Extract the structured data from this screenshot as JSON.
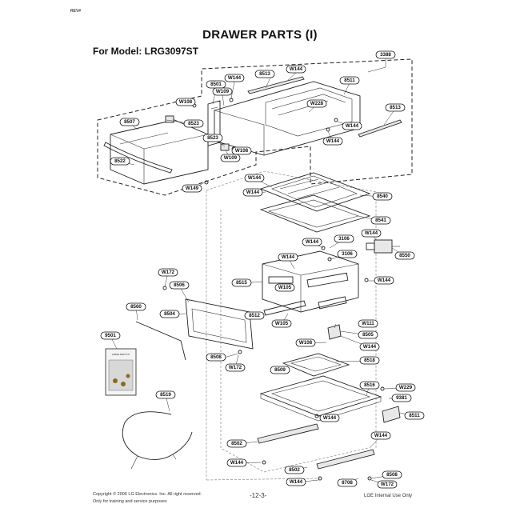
{
  "header": {
    "rev": "REV#",
    "title": "DRAWER PARTS (I)",
    "model_line": "For Model: LRG3097ST"
  },
  "footer": {
    "copyright": "Copyright © 2006 LG Electronics. Inc. All right reserved.",
    "training": "Only for training and service purposes",
    "page": "-12-3-",
    "internal": "LGE Internal Use Only"
  },
  "labels": {
    "l3388": "3388",
    "l8513a": "8513",
    "w144a": "W144",
    "l8501": "8501",
    "w109a": "W109",
    "w108a": "W108",
    "l8511a": "8511",
    "w228": "W228",
    "l8513b": "8513",
    "l8507": "8507",
    "l8523a": "8523",
    "l8523b": "8523",
    "w144b": "W144",
    "w144c": "W144",
    "w108b": "W108",
    "w109b": "W109",
    "l8522": "8522",
    "w149": "W149",
    "w144d": "W144",
    "w144e": "W144",
    "l8540": "8540",
    "l8541": "8541",
    "w144f": "W144",
    "l3106a": "3106",
    "w144g": "W144",
    "l8550": "8550",
    "w144h": "W144",
    "l3106b": "3106",
    "w172a": "W172",
    "l8515": "8515",
    "w105a": "W105",
    "w144i": "W144",
    "l8506a": "8506",
    "l8560": "8560",
    "l8504": "8504",
    "l8512": "8512",
    "w105b": "W105",
    "w111": "W111",
    "l8505": "8505",
    "l9501": "9501",
    "w108c": "W108",
    "w144j": "W144",
    "l8518": "8518",
    "l8508a": "8508",
    "w172b": "W172",
    "l8509": "8509",
    "l8516": "8516",
    "w229": "W229",
    "l8519": "8519",
    "l9381": "9381",
    "w144k": "W144",
    "l8511b": "8511",
    "w144l": "W144",
    "l8502a": "8502",
    "w144m": "W144",
    "l8502b": "8502",
    "l8508b": "8508",
    "w144n": "W144",
    "l8708": "8708",
    "w172c": "W172"
  },
  "kit_card": {
    "heading": "LARGE PART KIT"
  }
}
